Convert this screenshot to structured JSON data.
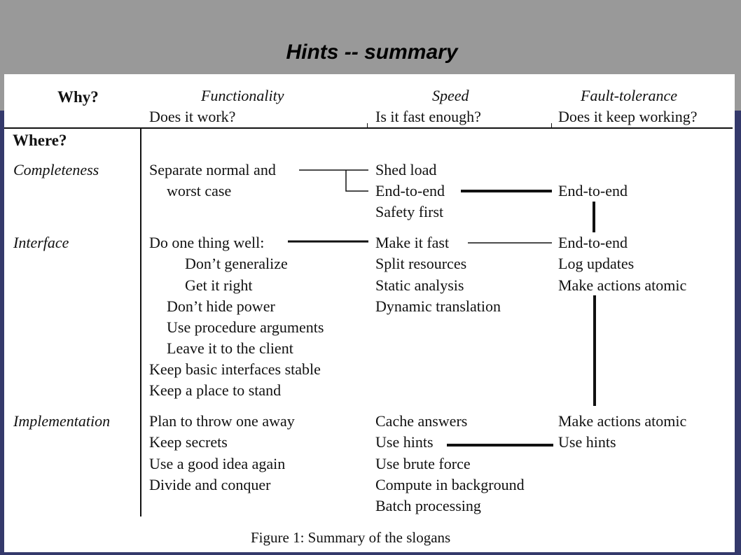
{
  "slide": {
    "title": "Hints -- summary"
  },
  "figure": {
    "header": {
      "why_label": "Why?",
      "columns": [
        {
          "name": "Functionality",
          "question": "Does it work?"
        },
        {
          "name": "Speed",
          "question": "Is it fast enough?"
        },
        {
          "name": "Fault-tolerance",
          "question": "Does it keep working?"
        }
      ],
      "where_label": "Where?"
    },
    "rows": {
      "completeness": {
        "label": "Completeness",
        "functionality": [
          "Separate normal and",
          "worst case"
        ],
        "speed": [
          "Shed load",
          "End-to-end",
          "Safety first"
        ],
        "fault_tolerance": [
          "End-to-end"
        ]
      },
      "interface": {
        "label": "Interface",
        "functionality": [
          "Do one thing well:",
          "Don’t generalize",
          "Get it right",
          "Don’t hide power",
          "Use procedure arguments",
          "Leave it to the client",
          "Keep basic interfaces stable",
          "Keep a place to stand"
        ],
        "speed": [
          "Make it fast",
          "Split resources",
          "Static analysis",
          "Dynamic translation"
        ],
        "fault_tolerance": [
          "End-to-end",
          "Log updates",
          "Make actions atomic"
        ]
      },
      "implementation": {
        "label": "Implementation",
        "functionality": [
          "Plan to throw one away",
          "Keep secrets",
          "Use a good idea again",
          "Divide and conquer"
        ],
        "speed": [
          "Cache answers",
          "Use hints",
          "Use brute force",
          "Compute in background",
          "Batch processing"
        ],
        "fault_tolerance": [
          "Make actions atomic",
          "Use hints"
        ]
      }
    },
    "caption": "Figure 1: Summary of the slogans"
  },
  "colors": {
    "top_band": "#999999",
    "background": "#34396b",
    "figure": "#ffffff",
    "ink": "#111111"
  }
}
